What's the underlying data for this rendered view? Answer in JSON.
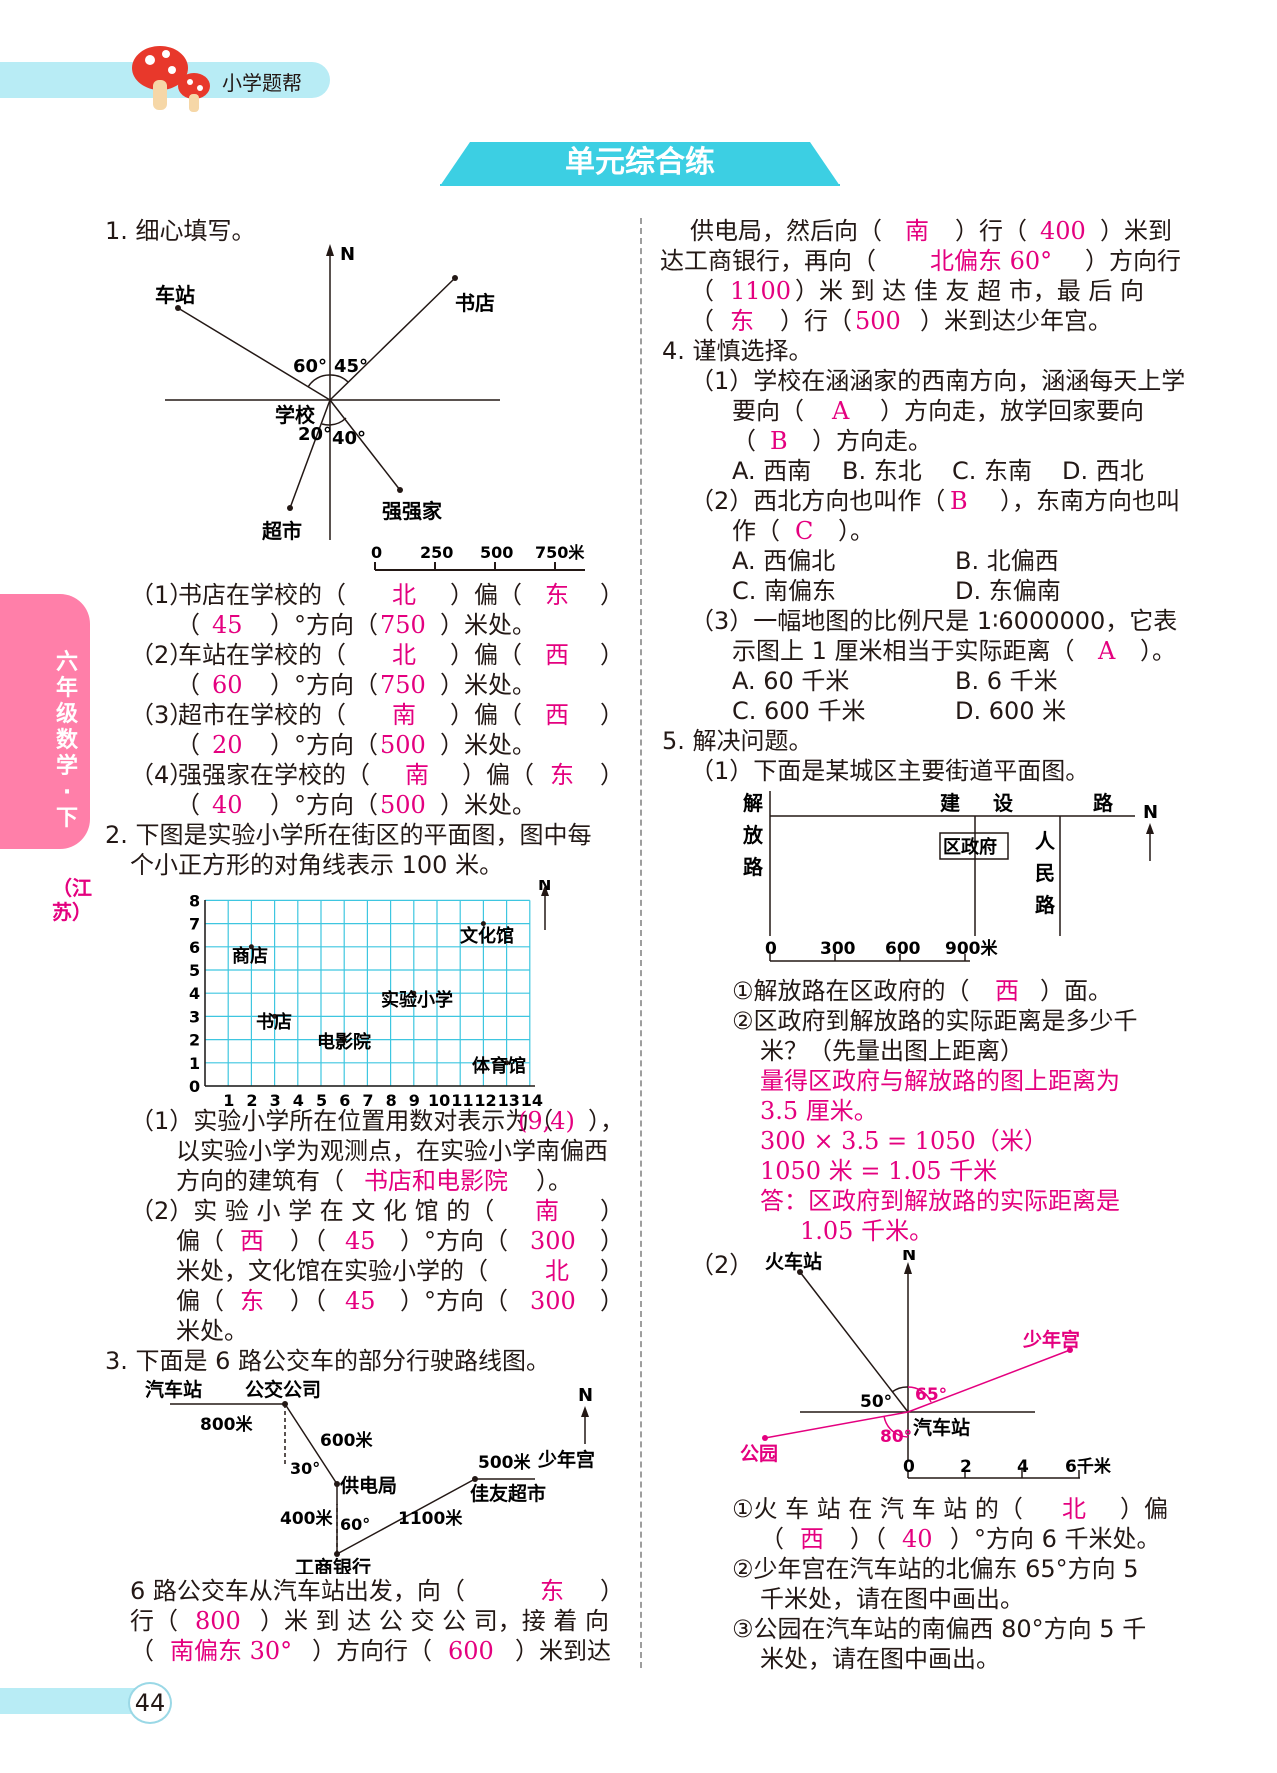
{
  "header": {
    "series": "小学题帮",
    "section_title": "单元综合练",
    "side_tab": "六年级数学·下",
    "side_tab_region": "（江苏）",
    "page_number": "44"
  },
  "q1": {
    "title": "1. 细心填写。",
    "fig_labels": {
      "north": "N",
      "bookstore": "书店",
      "station": "车站",
      "school": "学校",
      "supermarket": "超市",
      "qiangqiang": "强强家",
      "a60": "60°",
      "a45": "45°",
      "a20": "20°",
      "a40": "40°"
    },
    "scale": {
      "labels": [
        "0",
        "250",
        "500",
        "750米"
      ]
    },
    "items": [
      {
        "no": "（1）",
        "subject": "书店在学校的（",
        "dir1": "北",
        "mid": "）偏（",
        "dir2": "东",
        "close": "）",
        "angle": "45",
        "angle_txt": "）°方向（",
        "dist": "750",
        "tail": "）米处。"
      },
      {
        "no": "（2）",
        "subject": "车站在学校的（",
        "dir1": "北",
        "mid": "）偏（",
        "dir2": "西",
        "close": "）",
        "angle": "60",
        "angle_txt": "）°方向（",
        "dist": "750",
        "tail": "）米处。"
      },
      {
        "no": "（3）",
        "subject": "超市在学校的（",
        "dir1": "南",
        "mid": "）偏（",
        "dir2": "西",
        "close": "）",
        "angle": "20",
        "angle_txt": "）°方向（",
        "dist": "500",
        "tail": "）米处。"
      },
      {
        "no": "（4）",
        "subject": "强强家在学校的（",
        "dir1": "南",
        "mid": "）偏（",
        "dir2": "东",
        "close": "）",
        "angle": "40",
        "angle_txt": "）°方向（",
        "dist": "500",
        "tail": "）米处。"
      }
    ]
  },
  "q2": {
    "title_line1": "2. 下图是实验小学所在街区的平面图，图中每",
    "title_line2": "个小正方形的对角线表示 100 米。",
    "grid_x": [
      "1",
      "2",
      "3",
      "4",
      "5",
      "6",
      "7",
      "8",
      "9",
      "10",
      "11",
      "12",
      "13",
      "14"
    ],
    "grid_y": [
      "0",
      "1",
      "2",
      "3",
      "4",
      "5",
      "6",
      "7",
      "8"
    ],
    "places": {
      "shop": "商店",
      "bookstore": "书店",
      "cinema": "电影院",
      "school": "实验小学",
      "culture": "文化馆",
      "gym": "体育馆",
      "north": "N"
    },
    "p1_line1_a": "（1）实验小学所在位置用数对表示为（",
    "p1_ans1": "(9,4)",
    "p1_line1_b": "），",
    "p1_line2": "以实验小学为观测点，在实验小学南偏西",
    "p1_line3_a": "方向的建筑有（",
    "p1_ans2": "书店和电影院",
    "p1_line3_b": "）。",
    "p2_l1": "（2）实 验 小 学 在 文 化 馆 的（",
    "p2_a1": "南",
    "p2_a2": "西",
    "p2_a3": "45",
    "p2_a4": "300",
    "p2_l3": "米处，文化馆在实验小学的（",
    "p2_a5": "北",
    "p2_a6": "东",
    "p2_a7": "45",
    "p2_a8": "300",
    "p2_l5": "米处。",
    "pian": "偏（",
    "close": "）",
    "pp": "）（",
    "deg": "）°方向（"
  },
  "q3": {
    "title": "3. 下面是 6 路公交车的部分行驶路线图。",
    "fig": {
      "bus_station": "汽车站",
      "bus_company": "公交公司",
      "d800": "800米",
      "d600": "600米",
      "a30": "30°",
      "power": "供电局",
      "d400": "400米",
      "a60": "60°",
      "d1100": "1100米",
      "bank": "工商银行",
      "d500": "500米",
      "palace": "少年宫",
      "super": "佳友超市",
      "north": "N"
    },
    "l1_a": "6 路公交车从汽车站出发，向（",
    "a1": "东",
    "l1_b": "）",
    "l2_a": "行（",
    "a2": "800",
    "l2_b": "）米 到 达 公 交 公 司，接 着 向",
    "l3_a": "（",
    "a3": "南偏东 30°",
    "l3_b": "）方向行（",
    "a4": "600",
    "l3_c": "）米到达",
    "r1_a": "供电局，然后向（",
    "a5": "南",
    "r1_b": "）行（",
    "a6": "400",
    "r1_c": "）米到",
    "r2_a": "达工商银行，再向（",
    "a7": "北偏东 60°",
    "r2_b": "）方向行",
    "r3_a": "（",
    "a8": "1100",
    "r3_b": "）米 到 达 佳 友 超 市，最 后 向",
    "r4_a": "（",
    "a9": "东",
    "r4_b": "）行（",
    "a10": "500",
    "r4_c": "）米到达少年宫。"
  },
  "q4": {
    "title": "4. 谨慎选择。",
    "p1_l1": "（1）学校在涵涵家的西南方向，涵涵每天上学",
    "p1_l2_a": "要向（",
    "p1_ans1": "A",
    "p1_l2_b": "）方向走，放学回家要向",
    "p1_l3_a": "（",
    "p1_ans2": "B",
    "p1_l3_b": "）方向走。",
    "p1_opts": [
      "A. 西南",
      "B. 东北",
      "C. 东南",
      "D. 西北"
    ],
    "p2_l1_a": "（2）西北方向也叫作（",
    "p2_ans1": "B",
    "p2_l1_b": "），东南方向也叫",
    "p2_l2_a": "作（",
    "p2_ans2": "C",
    "p2_l2_b": "）。",
    "p2_opts": [
      "A. 西偏北",
      "B. 北偏西",
      "C. 南偏东",
      "D. 东偏南"
    ],
    "p3_l1": "（3）一幅地图的比例尺是 1∶6000000，它表",
    "p3_l2_a": "示图上 1 厘米相当于实际距离（",
    "p3_ans": "A",
    "p3_l2_b": "）。",
    "p3_opts": [
      "A. 60 千米",
      "B. 6 千米",
      "C. 600 千米",
      "D. 600 米"
    ]
  },
  "q5": {
    "title": "5. 解决问题。",
    "p1_title": "（1）下面是某城区主要街道平面图。",
    "map": {
      "jie": "解",
      "fang": "放",
      "lu": "路",
      "jian": "建",
      "she": "设",
      "lu2": "路",
      "gov": "区政府",
      "ren": "人",
      "min": "民",
      "lu3": "路",
      "north": "N",
      "scale": [
        "0",
        "300",
        "600",
        "900米"
      ]
    },
    "s1_a": "①解放路在区政府的（",
    "s1_ans": "西",
    "s1_b": "）面。",
    "s2_l1": "②区政府到解放路的实际距离是多少千",
    "s2_l2": "米？（先量出图上距离）",
    "sol": [
      "量得区政府与解放路的图上距离为",
      "3.5 厘米。",
      "300 × 3.5 = 1050（米）",
      "1050 米 = 1.05 千米",
      "答：区政府到解放路的实际距离是",
      "1.05 千米。"
    ],
    "p2_no": "（2）",
    "fig2": {
      "train": "火车站",
      "north": "N",
      "palace": "少年宫",
      "a50": "50°",
      "a65": "65°",
      "a80": "80°",
      "bus": "汽车站",
      "park": "公园",
      "scale": [
        "0",
        "2",
        "4",
        "6千米"
      ]
    },
    "t1_a": "①火 车 站 在 汽 车 站 的（",
    "t1_ans1": "北",
    "t1_b": "）偏",
    "t1_c": "（",
    "t1_ans2": "西",
    "t1_d": "）（",
    "t1_ans3": "40",
    "t1_e": "）°方向 6 千米处。",
    "t2_l1": "②少年宫在汽车站的北偏东 65°方向 5",
    "t2_l2": "千米处，请在图中画出。",
    "t3_l1": "③公园在汽车站的南偏西 80°方向 5 千",
    "t3_l2": "米处，请在图中画出。"
  },
  "colors": {
    "answer": "#e4007f",
    "accent_cyan": "#b8ecf5",
    "tab_pink": "#ff7fa9",
    "grid": "#3ec6e0"
  }
}
